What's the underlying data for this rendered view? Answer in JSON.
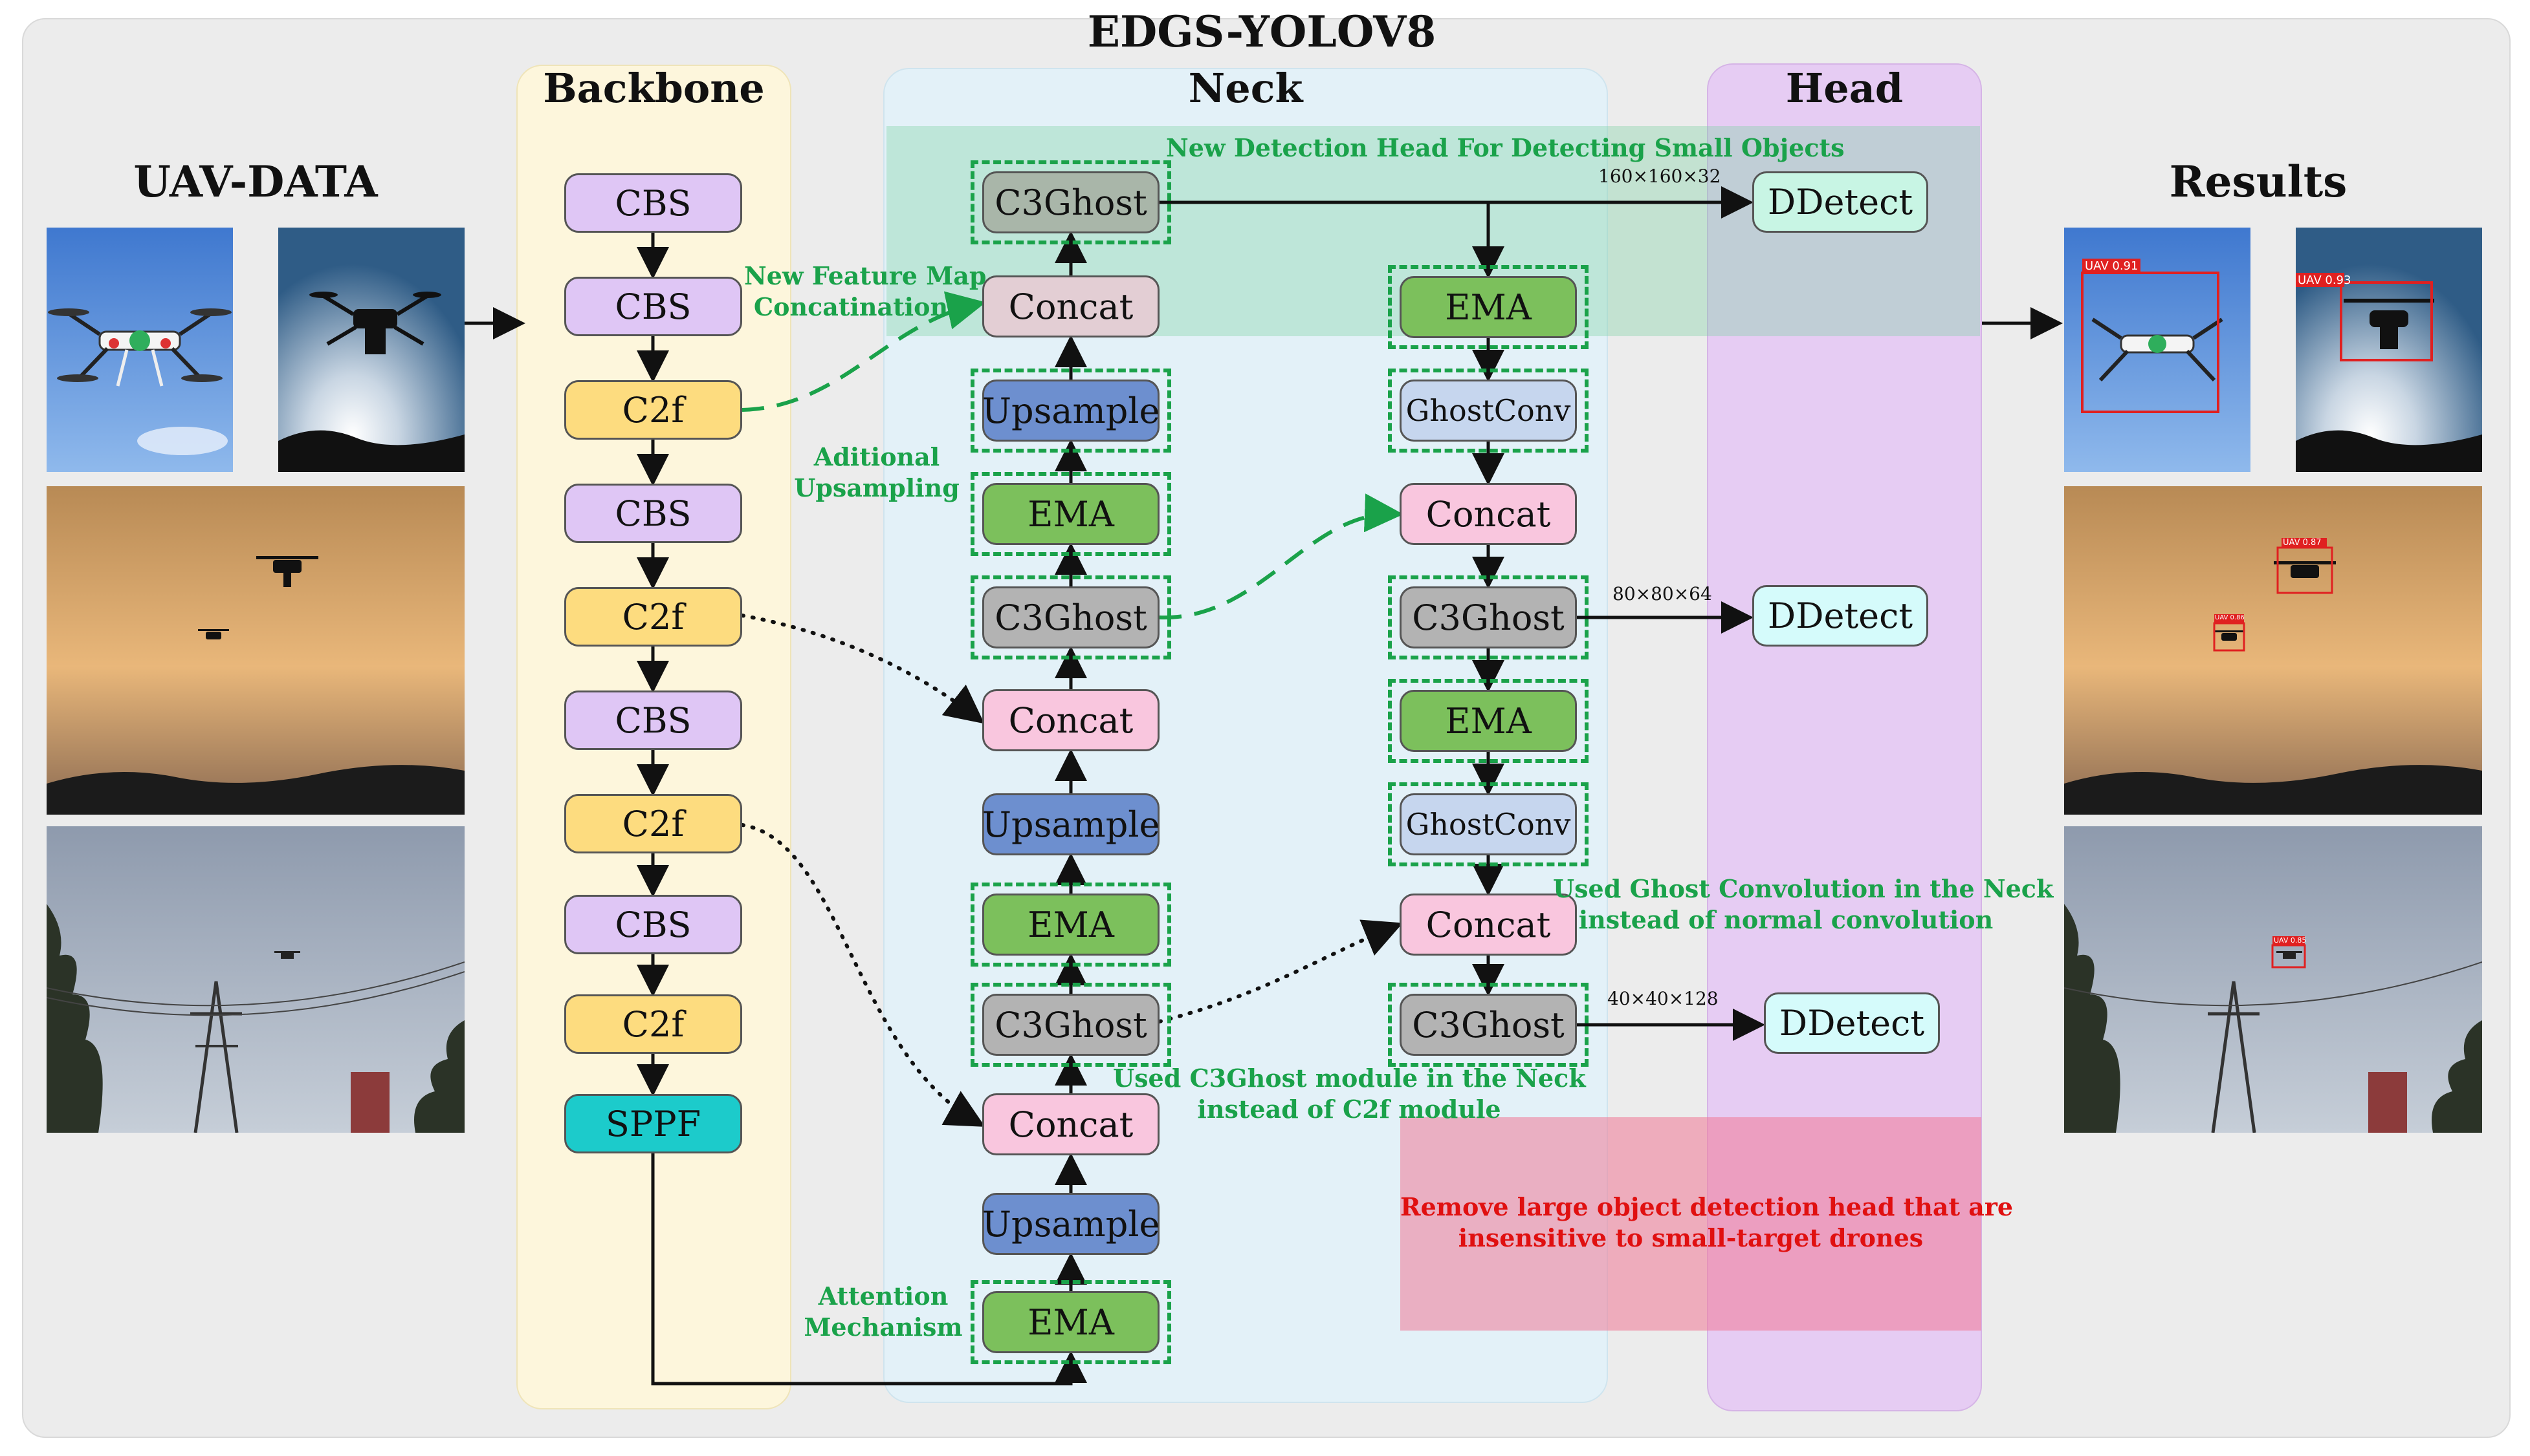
{
  "title": "EDGS-YOLOV8",
  "sections": {
    "backbone": "Backbone",
    "neck": "Neck",
    "head": "Head",
    "input": "UAV-DATA",
    "results": "Results"
  },
  "backbone_blocks": [
    "CBS",
    "CBS",
    "C2f",
    "CBS",
    "C2f",
    "CBS",
    "C2f",
    "CBS",
    "C2f",
    "SPPF"
  ],
  "neck_left_blocks": [
    "C3Ghost",
    "Concat",
    "Upsample",
    "EMA",
    "C3Ghost",
    "Concat",
    "Upsample",
    "EMA",
    "C3Ghost",
    "Concat",
    "Upsample",
    "EMA"
  ],
  "neck_right_blocks": [
    "EMA",
    "GhostConv",
    "Concat",
    "C3Ghost",
    "EMA",
    "GhostConv",
    "Concat",
    "C3Ghost"
  ],
  "head_blocks": [
    "DDetect",
    "DDetect",
    "DDetect"
  ],
  "dims": [
    "160×160×32",
    "80×80×64",
    "40×40×128"
  ],
  "annotations": {
    "new_head": "New Detection Head For Detecting Small Objects",
    "feature_map_1": "New Feature Map",
    "feature_map_2": "Concatination",
    "upsampling_1": "Aditional",
    "upsampling_2": "Upsampling",
    "ghost_conv_1": "Used Ghost Convolution in the Neck",
    "ghost_conv_2": "instead of normal convolution",
    "c3ghost_1": "Used C3Ghost module in the Neck",
    "c3ghost_2": "instead of C2f module",
    "attention_1": "Attention",
    "attention_2": "Mechanism",
    "remove_1": "Remove large object detection head  that are",
    "remove_2": "insensitive to small-target drones"
  },
  "detections": [
    "UAV 0.91",
    "UAV 0.93",
    "UAV 0.87",
    "UAV 0.86",
    "UAV 0.85"
  ],
  "colors": {
    "cbs": "#dfc6f5",
    "c2f": "#fddc7f",
    "sppf": "#1ccbcb",
    "c3ghost": "#b3b3b3",
    "concat": "#f9c6de",
    "upsample": "#6d8fcf",
    "ema": "#7cc05c",
    "ghostconv": "#c6d6ee",
    "ddetect": "#d5fbfb",
    "annotation": "#1aa24a",
    "remove_text": "#e01010"
  }
}
